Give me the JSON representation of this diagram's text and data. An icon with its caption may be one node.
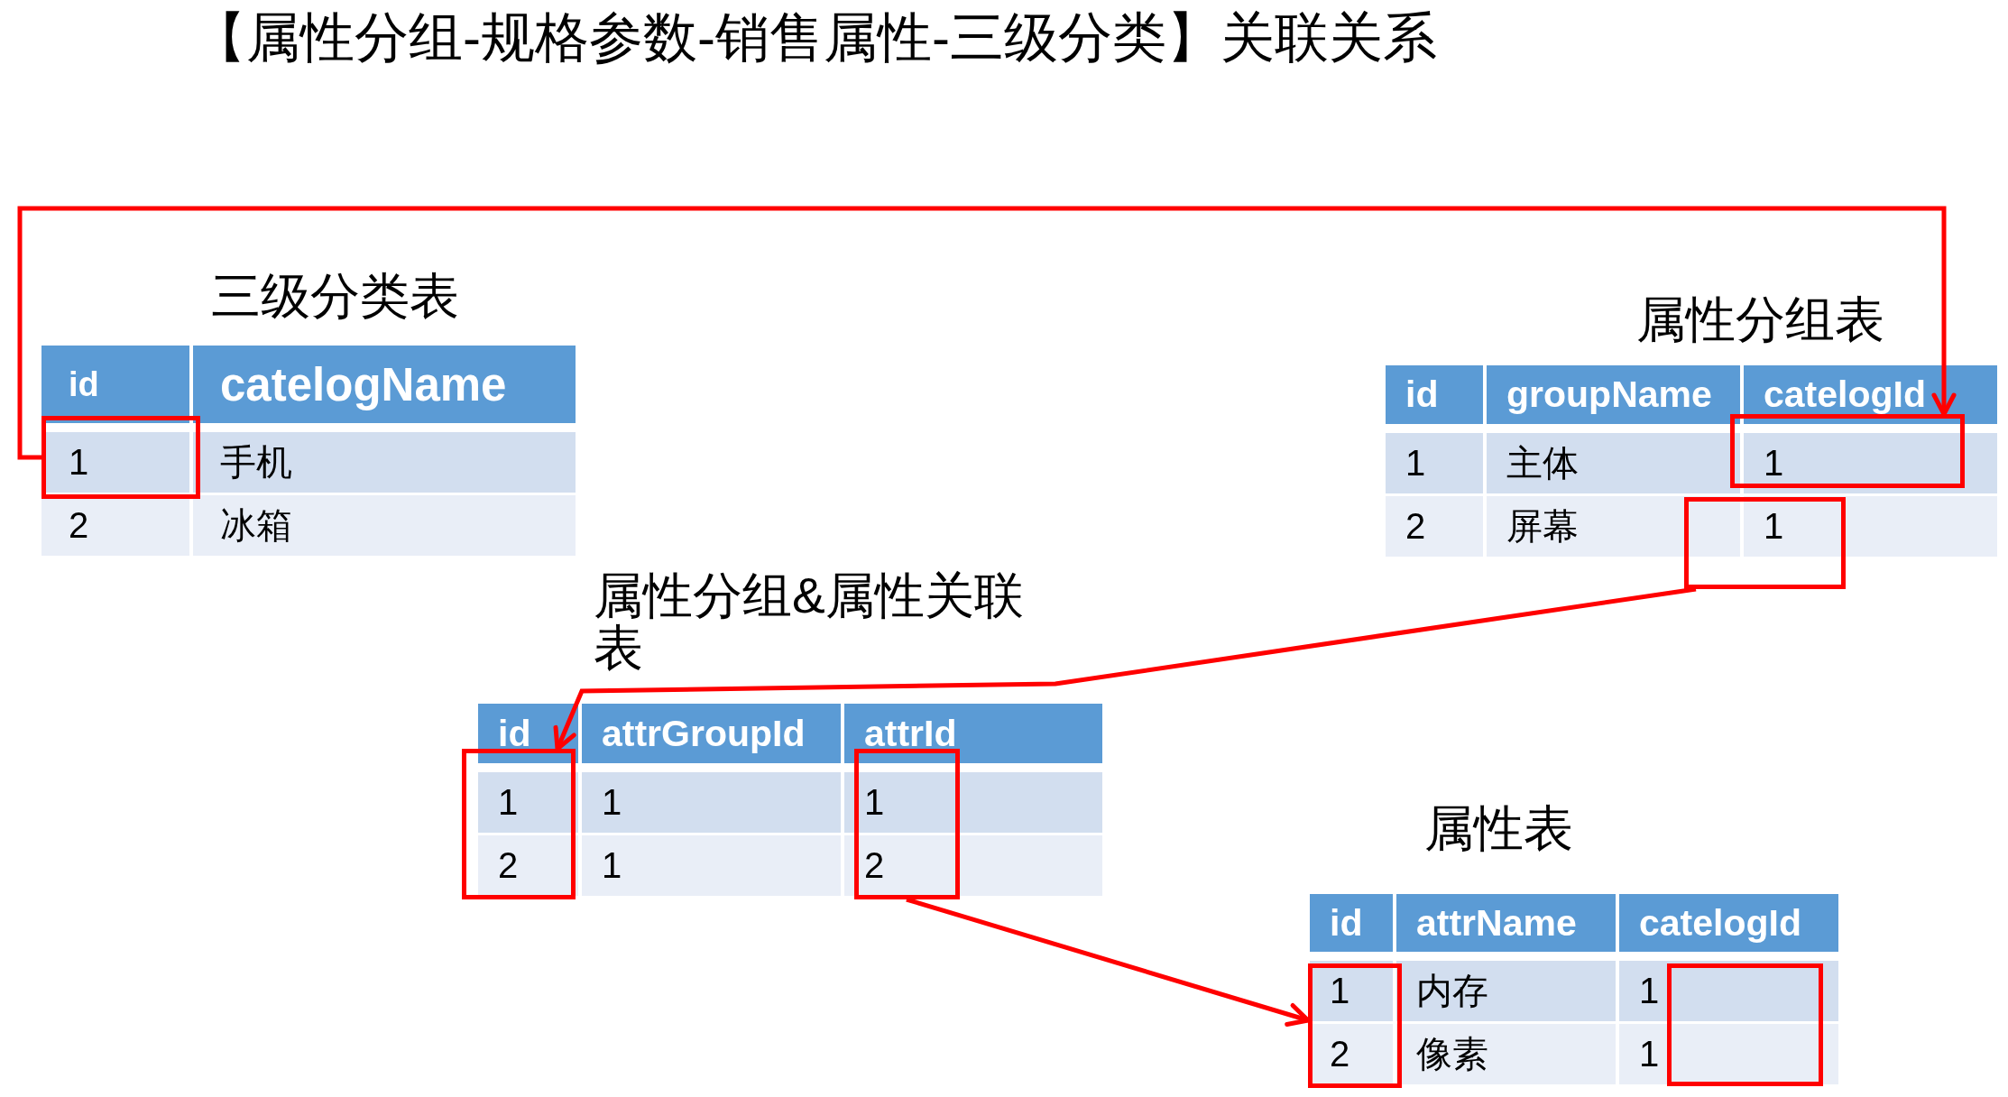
{
  "diagram": {
    "title": "【属性分组-规格参数-销售属性-三级分类】关联关系",
    "nodes": [
      {
        "text": [
          "三级分类表",
          "id",
          "catelogName",
          "手机",
          "2",
          "冰箱"
        ]
      },
      {
        "text": [
          "1"
        ],
        "in": 0
      },
      {
        "text": [
          "属性分组表",
          "id",
          "groupName",
          "catelogId",
          "1",
          "主体",
          "2",
          "屏幕"
        ]
      },
      {
        "text": [
          "1"
        ],
        "in": 2
      },
      {
        "text": [
          "1"
        ],
        "in": 2
      },
      {
        "text": [
          "属性分组&属性关联表",
          "id",
          "attrGroupId",
          "attrId",
          "1",
          "1"
        ]
      },
      {
        "text": [
          "1",
          "2"
        ],
        "in": 5
      },
      {
        "text": [
          "1",
          "2"
        ],
        "in": 5
      },
      {
        "text": [
          "属性表",
          "id",
          "attrName",
          "catelogId",
          "内存",
          "1",
          "像素",
          "1"
        ]
      },
      {
        "text": [
          "1",
          "2"
        ],
        "in": 8
      },
      {
        "text": [],
        "shape": "box",
        "in": 8
      }
    ],
    "edges": [
      {
        "from": 1,
        "to": 3,
        "arrow": "to"
      },
      {
        "from": 4,
        "to": 6,
        "arrow": "to"
      },
      {
        "from": 7,
        "to": 9,
        "arrow": "to"
      }
    ]
  }
}
